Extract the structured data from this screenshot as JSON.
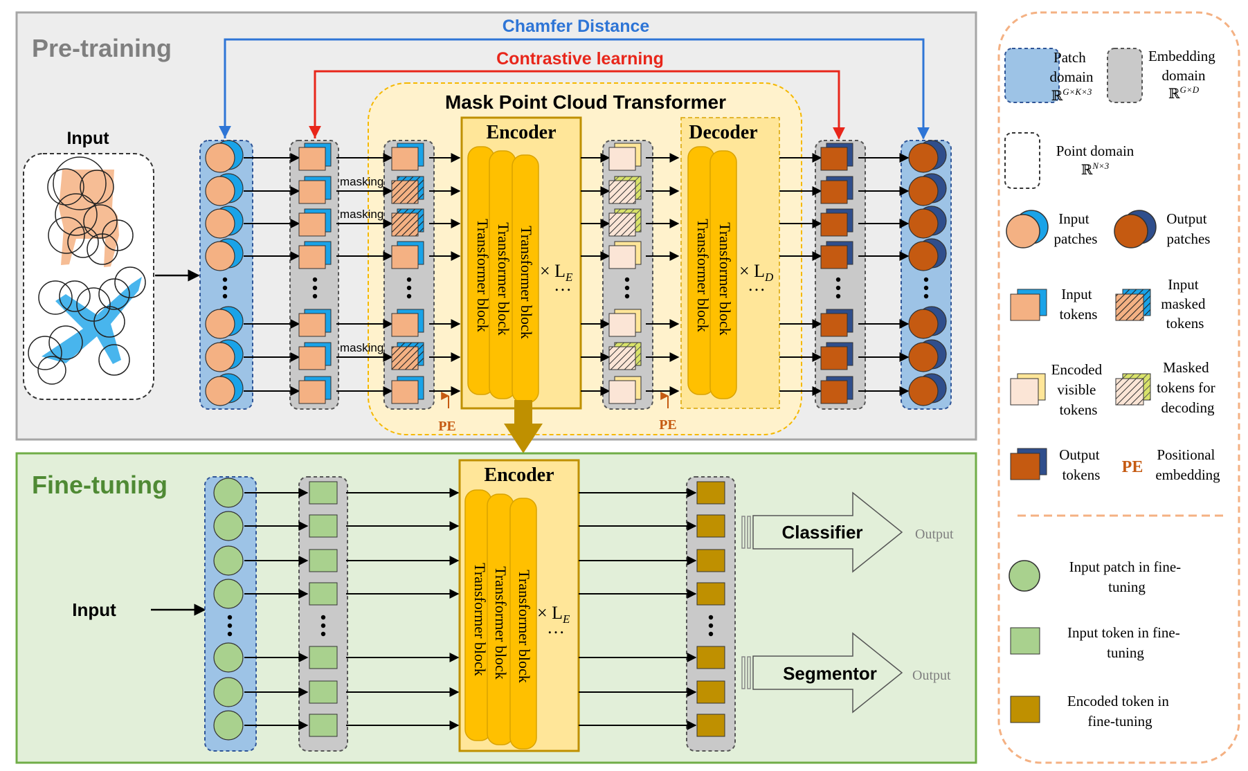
{
  "pretraining": {
    "title": "Pre-training",
    "chamfer_label": "Chamfer Distance",
    "contrastive_label": "Contrastive learning",
    "input_label": "Input",
    "mpct_title": "Mask Point Cloud Transformer",
    "encoder_title": "Encoder",
    "decoder_title": "Decoder",
    "block_label": "Transformer block",
    "enc_repeat": "× L",
    "enc_repeat_sub": "E",
    "dec_repeat": "× L",
    "dec_repeat_sub": "D",
    "masking_label": "masking",
    "pe_label": "PE"
  },
  "finetuning": {
    "title": "Fine-tuning",
    "input_label": "Input",
    "encoder_title": "Encoder",
    "block_label": "Transformer block",
    "enc_repeat": "× L",
    "enc_repeat_sub": "E",
    "classifier_label": "Classifier",
    "segmentor_label": "Segmentor",
    "output_label": "Output"
  },
  "legend": {
    "patch_domain": [
      "Patch",
      "domain"
    ],
    "patch_domain_math": "ℝ",
    "patch_domain_sup": "G×K×3",
    "embedding_domain": [
      "Embedding",
      "domain"
    ],
    "embedding_domain_math": "ℝ",
    "embedding_domain_sup": "G×D",
    "point_domain": [
      "Point domain"
    ],
    "point_domain_math": "ℝ",
    "point_domain_sup": "N×3",
    "input_patches": [
      "Input",
      "patches"
    ],
    "output_patches": [
      "Output",
      "patches"
    ],
    "input_tokens": [
      "Input",
      "tokens"
    ],
    "input_masked_tokens": [
      "Input",
      "masked",
      "tokens"
    ],
    "encoded_visible_tokens": [
      "Encoded",
      "visible",
      "tokens"
    ],
    "masked_tokens_decoding": [
      "Masked",
      "tokens for",
      "decoding"
    ],
    "output_tokens": [
      "Output",
      "tokens"
    ],
    "pe_symbol": "PE",
    "positional_embedding": [
      "Positional",
      "embedding"
    ],
    "input_patch_ft": [
      "Input patch in fine-",
      "tuning"
    ],
    "input_token_ft": [
      "Input token in fine-",
      "tuning"
    ],
    "encoded_token_ft": [
      "Encoded token in",
      "fine-tuning"
    ]
  },
  "colors": {
    "chamfer": "#2e75d6",
    "contrastive": "#e8261a",
    "pretrain_title": "#7f7f7f",
    "finetune_title": "#4f8a34",
    "patch_fill": "#f4b183",
    "patch_back": "#1aa3e8",
    "output_patch": "#c55a11",
    "output_back": "#2f4e8c",
    "encoder_fill": "#ffc000",
    "green_patch": "#a9d18e",
    "ft_token": "#bf9000",
    "pe": "#c55a11"
  }
}
